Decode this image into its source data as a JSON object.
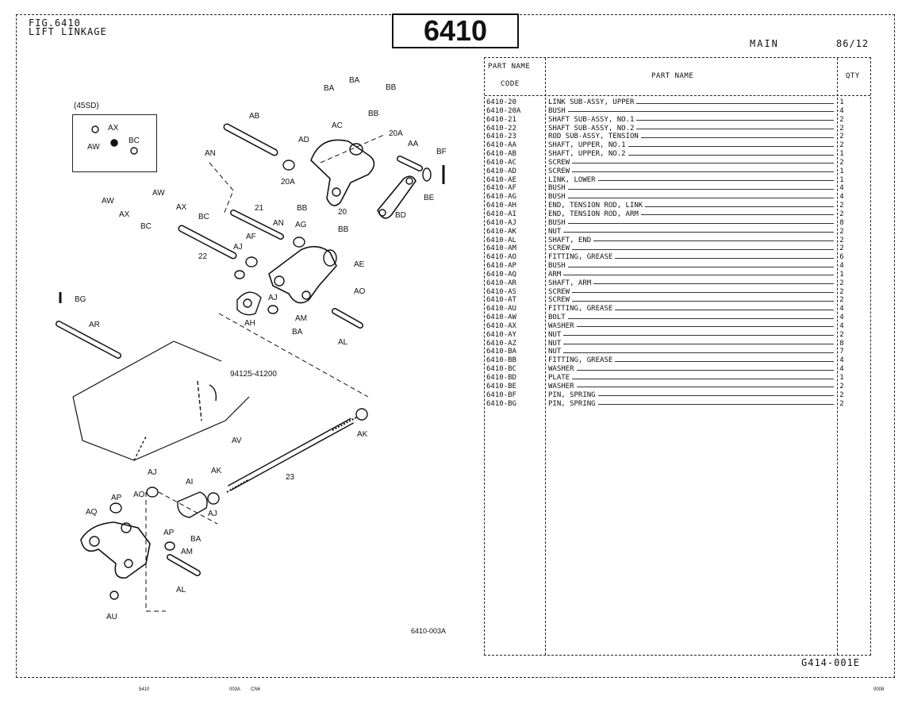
{
  "header": {
    "fig_title_line1": "FIG.6410",
    "fig_title_line2": "LIFT LINKAGE",
    "big_number": "6410",
    "main_label": "MAIN",
    "date_code": "86/12"
  },
  "table": {
    "col_code_header_line1": "PART NAME",
    "col_code_header_line2": "CODE",
    "col_name_header": "PART  NAME",
    "col_qty_header": "QTY",
    "rows": [
      {
        "code": "6410-20",
        "name": "LINK SUB-ASSY, UPPER",
        "qty": "1"
      },
      {
        "code": "6410-20A",
        "name": "BUSH",
        "qty": "4"
      },
      {
        "code": "6410-21",
        "name": "SHAFT SUB-ASSY, NO.1",
        "qty": "2"
      },
      {
        "code": "6410-22",
        "name": "SHAFT SUB-ASSY, NO.2",
        "qty": "2"
      },
      {
        "code": "6410-23",
        "name": "ROD SUB-ASSY, TENSION",
        "qty": "2"
      },
      {
        "code": "6410-AA",
        "name": "SHAFT, UPPER, NO.1",
        "qty": "2"
      },
      {
        "code": "6410-AB",
        "name": "SHAFT, UPPER, NO.2",
        "qty": "1"
      },
      {
        "code": "6410-AC",
        "name": "SCREW",
        "qty": "2"
      },
      {
        "code": "6410-AD",
        "name": "SCREW",
        "qty": "1"
      },
      {
        "code": "6410-AE",
        "name": "LINK, LOWER",
        "qty": "1"
      },
      {
        "code": "6410-AF",
        "name": "BUSH",
        "qty": "4"
      },
      {
        "code": "6410-AG",
        "name": "BUSH",
        "qty": "4"
      },
      {
        "code": "6410-AH",
        "name": "END, TENSION ROD, LINK",
        "qty": "2"
      },
      {
        "code": "6410-AI",
        "name": "END, TENSION ROD, ARM",
        "qty": "2"
      },
      {
        "code": "6410-AJ",
        "name": "BUSH",
        "qty": "8"
      },
      {
        "code": "6410-AK",
        "name": "NUT",
        "qty": "2"
      },
      {
        "code": "6410-AL",
        "name": "SHAFT, END",
        "qty": "2"
      },
      {
        "code": "6410-AM",
        "name": "SCREW",
        "qty": "2"
      },
      {
        "code": "6410-AO",
        "name": "FITTING, GREASE",
        "qty": "6"
      },
      {
        "code": "6410-AP",
        "name": "BUSH",
        "qty": "4"
      },
      {
        "code": "6410-AQ",
        "name": "ARM",
        "qty": "1"
      },
      {
        "code": "6410-AR",
        "name": "SHAFT, ARM",
        "qty": "2"
      },
      {
        "code": "6410-AS",
        "name": "SCREW",
        "qty": "2"
      },
      {
        "code": "6410-AT",
        "name": "SCREW",
        "qty": "2"
      },
      {
        "code": "6410-AU",
        "name": "FITTING, GREASE",
        "qty": "4"
      },
      {
        "code": "6410-AW",
        "name": "BOLT",
        "qty": "4"
      },
      {
        "code": "6410-AX",
        "name": "WASHER",
        "qty": "4"
      },
      {
        "code": "6410-AY",
        "name": "NUT",
        "qty": "2"
      },
      {
        "code": "6410-AZ",
        "name": "NUT",
        "qty": "8"
      },
      {
        "code": "6410-BA",
        "name": "NUT",
        "qty": "7"
      },
      {
        "code": "6410-BB",
        "name": "FITTING, GREASE",
        "qty": "4"
      },
      {
        "code": "6410-BC",
        "name": "WASHER",
        "qty": "4"
      },
      {
        "code": "6410-BD",
        "name": "PLATE",
        "qty": "1"
      },
      {
        "code": "6410-BE",
        "name": "WASHER",
        "qty": "2"
      },
      {
        "code": "6410-BF",
        "name": "PIN, SPRING",
        "qty": "2"
      },
      {
        "code": "6410-BG",
        "name": "PIN, SPRING",
        "qty": "2"
      }
    ]
  },
  "diagram": {
    "inset_label": "(45SD)",
    "drawing_number": "6410-003A",
    "ref_part_number": "94125-41200",
    "callouts": [
      "BA",
      "BA",
      "BB",
      "AB",
      "AC",
      "BB",
      "AD",
      "20A",
      "AA",
      "BF",
      "AN",
      "20A",
      "BE",
      "BB",
      "20",
      "BD",
      "BB",
      "AW",
      "AW",
      "AX",
      "AX",
      "BC",
      "BC",
      "21",
      "AN",
      "AG",
      "AF",
      "AJ",
      "22",
      "AE",
      "AO",
      "AJ",
      "AM",
      "BA",
      "AH",
      "AL",
      "BG",
      "AR",
      "AV",
      "AK",
      "23",
      "AK",
      "AJ",
      "AI",
      "AO",
      "AP",
      "AQ",
      "AJ",
      "AP",
      "BA",
      "AM",
      "AL",
      "AU",
      "AX",
      "AW",
      "BC"
    ]
  },
  "doc_code": "G414-001E",
  "footer": {
    "left": "5410",
    "mid1": "003A",
    "mid2": "CN6",
    "right": "0008"
  }
}
